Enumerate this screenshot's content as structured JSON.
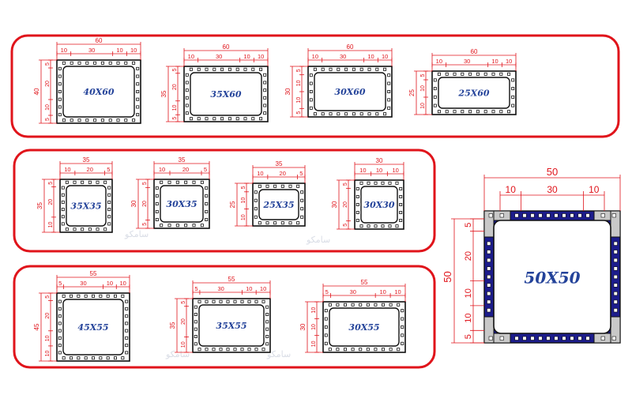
{
  "brand": {
    "watermark_text": "سامکو"
  },
  "colors": {
    "dimension": "#e0141b",
    "label": "#24439a",
    "frame": "#111111",
    "big_blue": "#1c1c8c",
    "big_gray": "#c8c8c8",
    "group_border": "#e0141b"
  },
  "profiles": [
    {
      "id": "40x60",
      "label": "40X60",
      "width": "60",
      "height": "40",
      "top_segments": [
        "10",
        "30",
        "10",
        "10"
      ],
      "side_segments": [
        "5",
        "20",
        "10",
        "5"
      ]
    },
    {
      "id": "35x60",
      "label": "35X60",
      "width": "60",
      "height": "35",
      "top_segments": [
        "10",
        "30",
        "10",
        "10"
      ],
      "side_segments": [
        "5",
        "20",
        "10",
        "5"
      ]
    },
    {
      "id": "30x60",
      "label": "30X60",
      "width": "60",
      "height": "30",
      "top_segments": [
        "10",
        "30",
        "10",
        "10"
      ],
      "side_segments": [
        "5",
        "10",
        "10",
        "5"
      ]
    },
    {
      "id": "25x60",
      "label": "25X60",
      "width": "60",
      "height": "25",
      "top_segments": [
        "10",
        "30",
        "10",
        "10"
      ],
      "side_segments": [
        "5",
        "10",
        "10"
      ]
    },
    {
      "id": "35x35",
      "label": "35X35",
      "width": "35",
      "height": "35",
      "top_segments": [
        "10",
        "20",
        "5"
      ],
      "side_segments": [
        "5",
        "20",
        "10"
      ]
    },
    {
      "id": "30x35",
      "label": "30X35",
      "width": "35",
      "height": "30",
      "top_segments": [
        "10",
        "20",
        "5"
      ],
      "side_segments": [
        "5",
        "20",
        "5"
      ]
    },
    {
      "id": "25x35",
      "label": "25X35",
      "width": "35",
      "height": "25",
      "top_segments": [
        "10",
        "20",
        "5"
      ],
      "side_segments": [
        "5",
        "10",
        "10"
      ]
    },
    {
      "id": "30x30",
      "label": "30X30",
      "width": "30",
      "height": "30",
      "top_segments": [
        "10",
        "10",
        "10"
      ],
      "side_segments": [
        "5",
        "20",
        "5"
      ]
    },
    {
      "id": "45x55",
      "label": "45X55",
      "width": "55",
      "height": "45",
      "top_segments": [
        "5",
        "30",
        "10",
        "10"
      ],
      "side_segments": [
        "5",
        "20",
        "10",
        "10"
      ]
    },
    {
      "id": "35x55",
      "label": "35X55",
      "width": "55",
      "height": "35",
      "top_segments": [
        "5",
        "30",
        "10",
        "10"
      ],
      "side_segments": [
        "5",
        "20",
        "10"
      ]
    },
    {
      "id": "30x55",
      "label": "30X55",
      "width": "55",
      "height": "30",
      "top_segments": [
        "5",
        "30",
        "10",
        "10"
      ],
      "side_segments": [
        "10",
        "10",
        "10"
      ]
    }
  ],
  "featured": {
    "label": "50X50",
    "width": "50",
    "height": "50",
    "top_segments": [
      "10",
      "30",
      "10"
    ],
    "side_segments": [
      "5",
      "20",
      "10",
      "10",
      "5"
    ]
  }
}
